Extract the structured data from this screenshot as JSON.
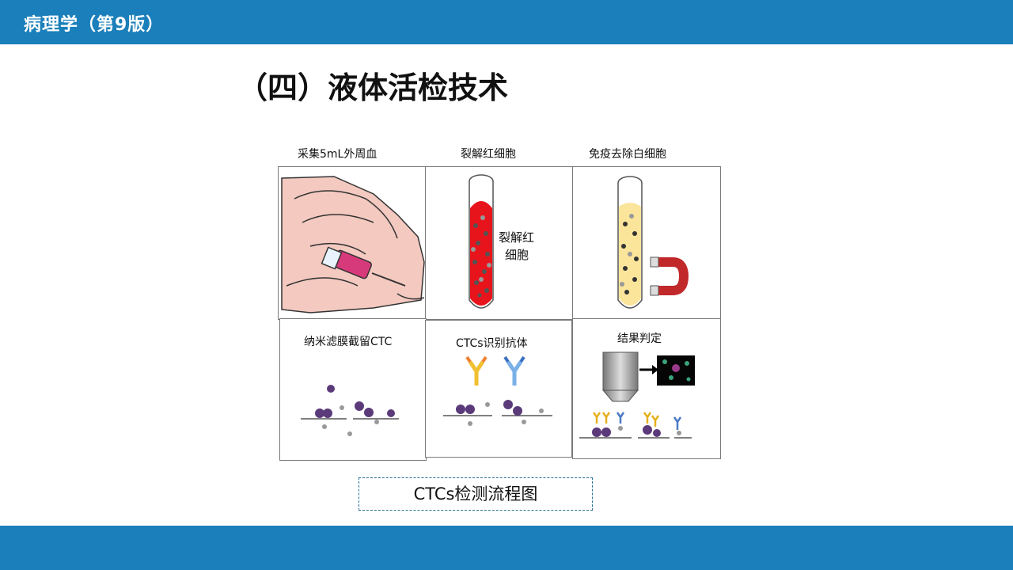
{
  "header": {
    "title": "病理学（第9版）",
    "bar_color": "#1a7fba"
  },
  "slide": {
    "heading": "（四）液体活检技术"
  },
  "figure": {
    "column_labels": [
      "采集5mL外周血",
      "裂解红细胞",
      "免疫去除白细胞"
    ],
    "panels": {
      "lyse_tube_label_line1": "裂解红",
      "lyse_tube_label_line2": "细胞",
      "filter": "纳米滤膜截留CTC",
      "antibody": "CTCs识别抗体",
      "result": "结果判定"
    },
    "icons": [
      "hand-syringe-icon",
      "test-tube-red-icon",
      "test-tube-yellow-icon",
      "magnet-icon",
      "microscope-objective-icon",
      "fluorescent-image-icon",
      "antibody-icon"
    ]
  },
  "caption": "CTCs检测流程图"
}
